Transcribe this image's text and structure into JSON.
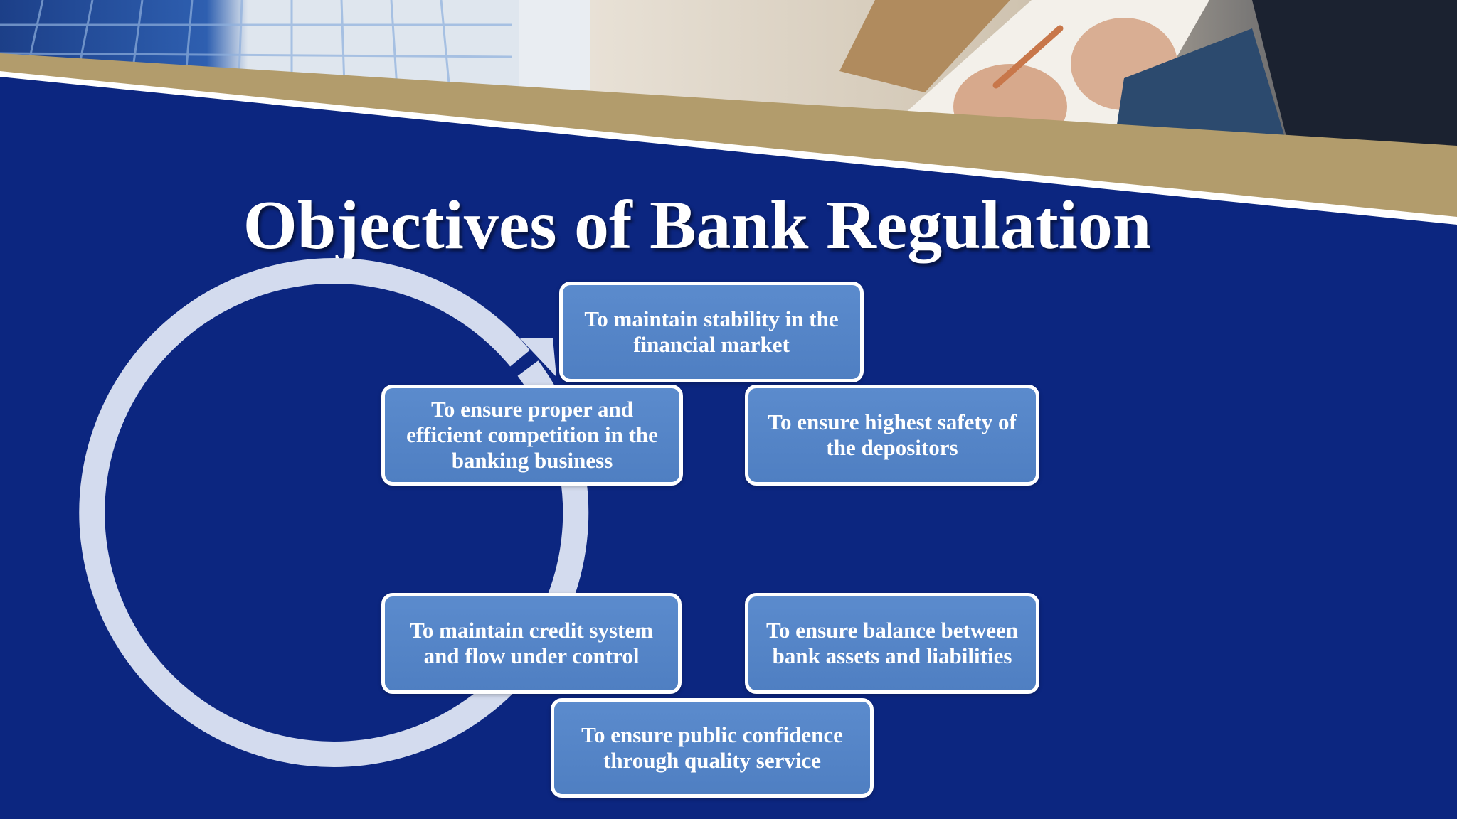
{
  "slide": {
    "title": "Objectives of Bank Regulation"
  },
  "diagram": {
    "type": "cycle",
    "direction": "clockwise",
    "nodes": [
      {
        "label": "To maintain stability in the financial market"
      },
      {
        "label": "To ensure highest safety of the depositors"
      },
      {
        "label": "To ensure balance between bank assets and liabilities"
      },
      {
        "label": "To ensure public confidence through quality service"
      },
      {
        "label": "To maintain credit system and flow under control"
      },
      {
        "label": "To ensure proper and efficient competition in the banking business"
      }
    ]
  },
  "colors": {
    "background": "#0c2680",
    "node_fill": "#5584c7",
    "node_border": "#ffffff",
    "ring": "#d3dbee",
    "accent_gold": "#b29c6c"
  },
  "icons": {
    "cycle_arrow": "circular-arrow-icon"
  }
}
